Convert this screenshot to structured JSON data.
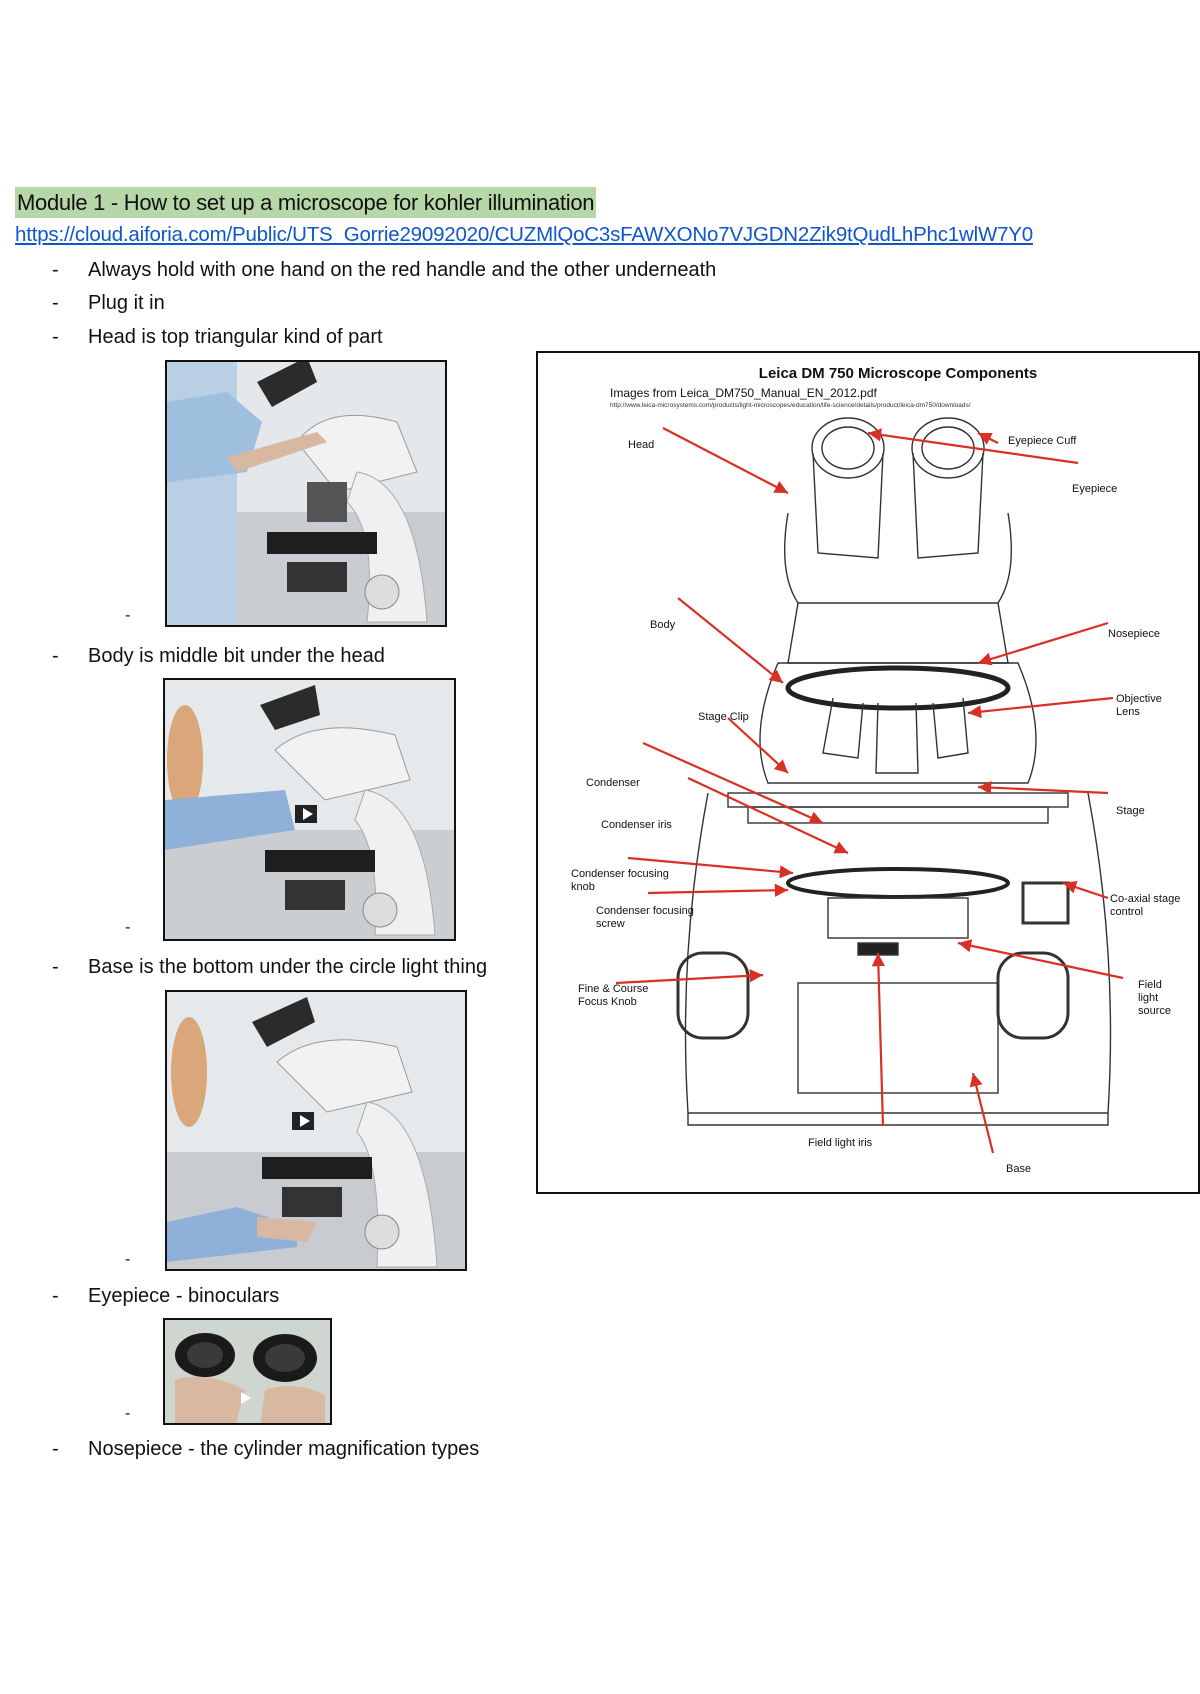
{
  "heading": "Module 1 - How to set up a microscope for kohler illumination",
  "link": "https://cloud.aiforia.com/Public/UTS_Gorrie29092020/CUZMlQoC3sFAWXONo7VJGDN2Zik9tQudLhPhc1wlW7Y0",
  "bullets": [
    "Always hold with one hand on the red handle and the other underneath",
    "Plug it in",
    "Head is top triangular kind of part",
    "Body is middle bit under the head",
    "Base is the bottom under the circle light thing",
    "Eyepiece - binoculars",
    "Nosepiece - the cylinder magnification types"
  ],
  "dash": "-",
  "diagram": {
    "title": "Leica DM 750 Microscope Components",
    "subtitle": "Images from Leica_DM750_Manual_EN_2012.pdf",
    "url": "http://www.leica-microsystems.com/products/light-microscopes/education/life-science/details/product/leica-dm750/downloads/",
    "labels": {
      "head": "Head",
      "eyepiece_cuff": "Eyepiece Cuff",
      "eyepiece": "Eyepiece",
      "body": "Body",
      "nosepiece": "Nosepiece",
      "objective_lens": "Objective Lens",
      "stage_clip": "Stage Clip",
      "condenser": "Condenser",
      "condenser_iris": "Condenser iris",
      "stage": "Stage",
      "condenser_focusing_knob": "Condenser focusing knob",
      "condenser_focusing_screw": "Condenser focusing screw",
      "co_axial_stage_control": "Co-axial stage control",
      "fine_course_focus_knob": "Fine & Course Focus Knob",
      "field_light_source": "Field light source",
      "field_light_iris": "Field light iris",
      "base": "Base"
    },
    "arrow_color": "#d93025"
  }
}
